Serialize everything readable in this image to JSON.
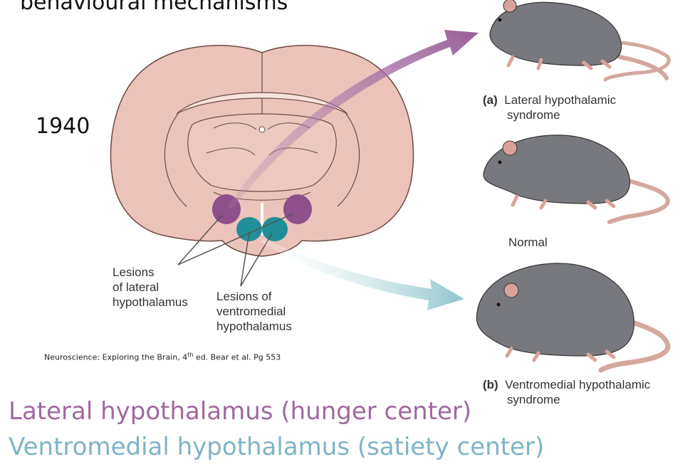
{
  "slide": {
    "heading": "behavioural mechanisms",
    "year": "1940",
    "citation_pre": "Neuroscience: Exploring the Brain, 4",
    "citation_sup": "th",
    "citation_post": " ed. Bear et al. Pg 553",
    "line_lateral": "Lateral hypothalamus (hunger center)",
    "line_vmh": "Ventromedial hypothalamus (satiety center)"
  },
  "figure": {
    "label_lateral": [
      "Lesions",
      "of lateral",
      "hypothalamus"
    ],
    "label_vmh": [
      "Lesions of",
      "ventromedial",
      "hypothalamus"
    ],
    "caption_a_letter": "(a)",
    "caption_a": [
      "Lateral hypothalamic",
      "syndrome"
    ],
    "caption_normal": "Normal",
    "caption_b_letter": "(b)",
    "caption_b": [
      "Ventromedial hypothalamic",
      "syndrome"
    ]
  },
  "colors": {
    "brain": "#ecc3bb",
    "brain_outline": "#6b4a44",
    "lateral": "#8e4f8a",
    "ventromedial": "#1f8f99",
    "rat": "#77797e",
    "rat_ear": "#d9a39a",
    "text_lateral": "#a0689f",
    "text_vmh": "#7fb3c7"
  }
}
